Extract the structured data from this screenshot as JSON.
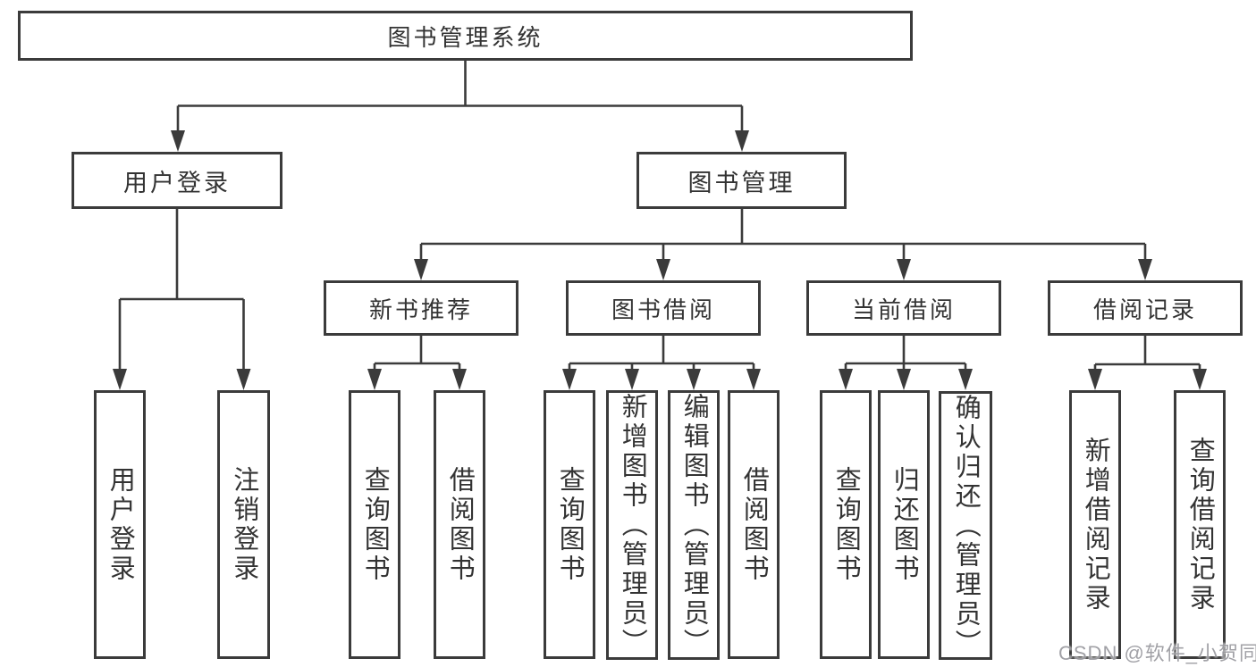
{
  "tree": {
    "root": {
      "label": "图书管理系统",
      "children": [
        {
          "label": "用户登录",
          "children": [
            {
              "label": "用户登录"
            },
            {
              "label": "注销登录"
            }
          ]
        },
        {
          "label": "图书管理",
          "children": [
            {
              "label": "新书推荐",
              "children": [
                {
                  "label": "查询图书"
                },
                {
                  "label": "借阅图书"
                }
              ]
            },
            {
              "label": "图书借阅",
              "children": [
                {
                  "label": "查询图书"
                },
                {
                  "label": "新增图书（管理员）"
                },
                {
                  "label": "编辑图书（管理员）"
                },
                {
                  "label": "借阅图书"
                }
              ]
            },
            {
              "label": "当前借阅",
              "children": [
                {
                  "label": "查询图书"
                },
                {
                  "label": "归还图书"
                },
                {
                  "label": "确认归还（管理员）"
                }
              ]
            },
            {
              "label": "借阅记录",
              "children": [
                {
                  "label": "新增借阅记录"
                },
                {
                  "label": "查询借阅记录"
                }
              ]
            }
          ]
        }
      ]
    }
  },
  "watermark": {
    "text": "CSDN @软件_小贺同学"
  },
  "colors": {
    "line": "#3b3b3b",
    "text": "#333333",
    "background": "#ffffff",
    "watermark": "#919196"
  }
}
